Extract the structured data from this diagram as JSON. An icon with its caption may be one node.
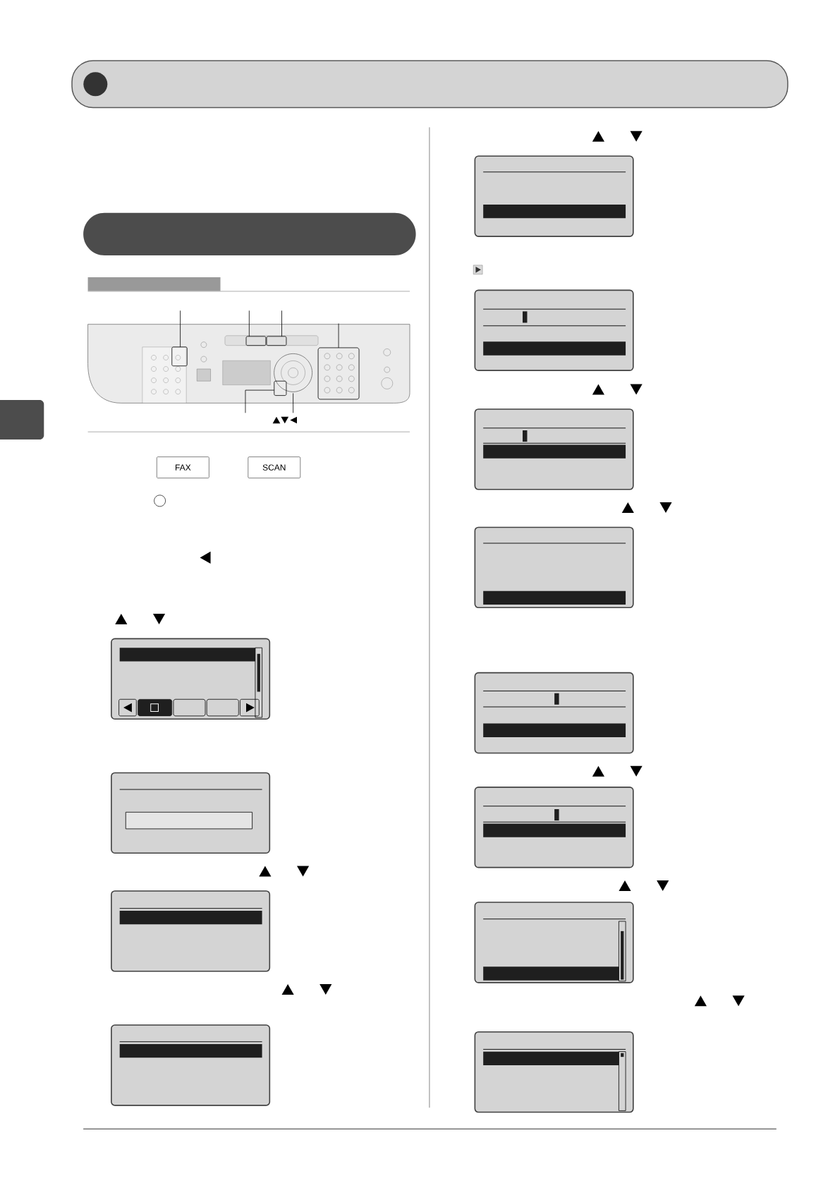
{
  "diagram": {
    "nodes": [
      {
        "text": [],
        "shape": "band"
      },
      {
        "text": [],
        "shape": "band"
      },
      {
        "text": [],
        "shape": "bar"
      },
      {
        "text": [
          "FAX"
        ]
      },
      {
        "text": [
          "SCAN"
        ]
      }
    ]
  }
}
